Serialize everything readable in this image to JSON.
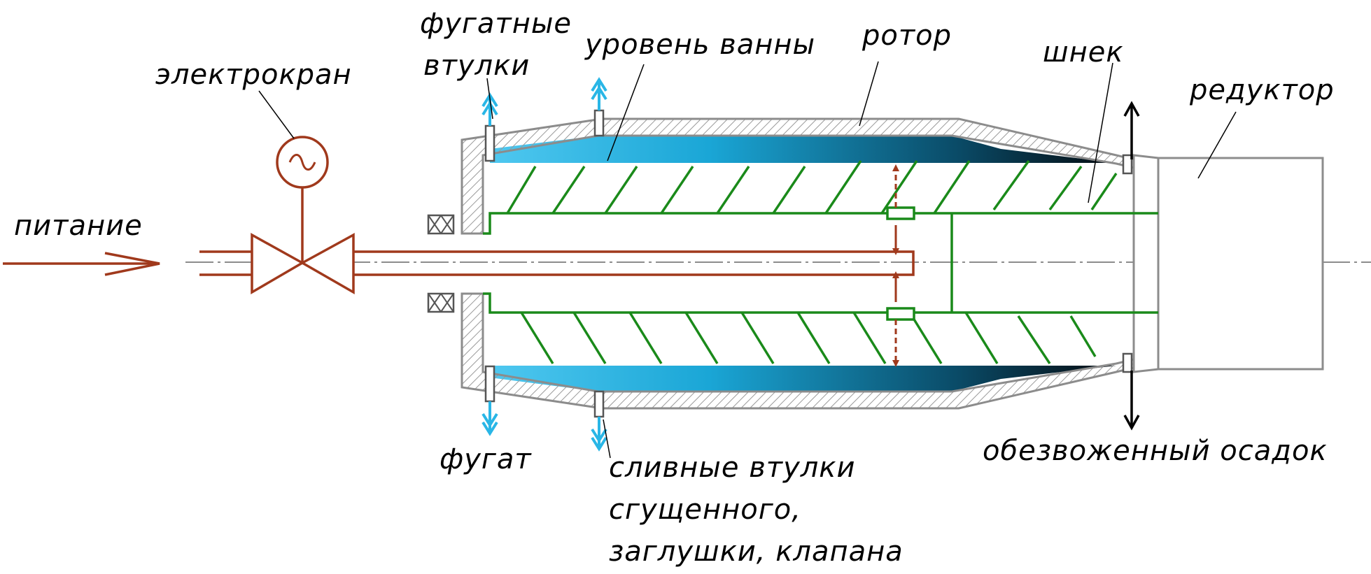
{
  "labels": {
    "fugate_bushings_line1": "фугатные",
    "fugate_bushings_line2": "втулки",
    "bath_level": "уровень ванны",
    "rotor": "ротор",
    "screw": "шнек",
    "reducer": "редуктор",
    "electro_valve": "электрокран",
    "feed": "питание",
    "fugate": "фугат",
    "drain_line1": "сливные втулки",
    "drain_line2": "сгущенного,",
    "drain_line3": "заглушки, клапана",
    "dewatered_sediment": "обезвоженный осадок"
  },
  "colors": {
    "housing": "#8c8c8c",
    "screw": "#1a8a1a",
    "feed_pipe": "#a0391c",
    "arrow_cyan": "#29b6e6",
    "bath_light": "#29b6e6",
    "bath_dark": "#06141c",
    "leader": "#000000"
  },
  "icons": {
    "motor": "ac-motor-tilde-icon",
    "valve": "butterfly-valve-icon"
  }
}
